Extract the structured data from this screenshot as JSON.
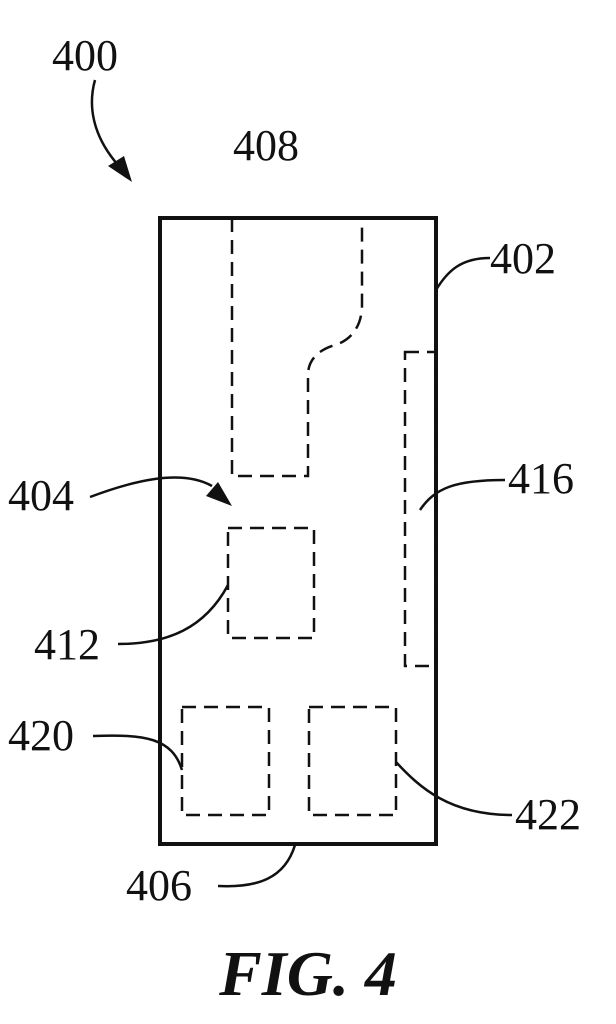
{
  "labels": {
    "ref_400": "400",
    "ref_402": "402",
    "ref_404": "404",
    "ref_406": "406",
    "ref_408": "408",
    "ref_412": "412",
    "ref_416": "416",
    "ref_420": "420",
    "ref_422": "422"
  },
  "caption": "FIG. 4"
}
